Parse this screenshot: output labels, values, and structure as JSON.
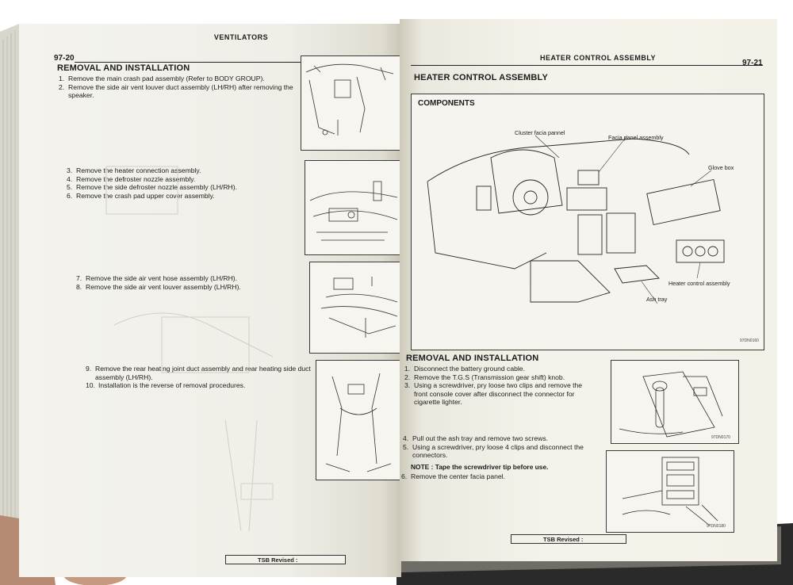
{
  "left_page": {
    "header_title": "VENTILATORS",
    "page_number": "97-20",
    "section_title": "REMOVAL AND INSTALLATION",
    "steps_group_1": [
      {
        "n": "1.",
        "text": "Remove the main crash pad assembly (Refer to BODY GROUP)."
      },
      {
        "n": "2.",
        "text": "Remove the side air vent louver duct assembly (LH/RH) after removing the speaker."
      }
    ],
    "steps_group_2": [
      {
        "n": "3.",
        "text": "Remove the heater connection assembly."
      },
      {
        "n": "4.",
        "text": "Remove the defroster nozzle assembly."
      },
      {
        "n": "5.",
        "text": "Remove the side defroster nozzle assembly (LH/RH)."
      },
      {
        "n": "6.",
        "text": "Remove the crash pad upper cover assembly."
      }
    ],
    "steps_group_3": [
      {
        "n": "7.",
        "text": "Remove the side air vent hose assembly (LH/RH)."
      },
      {
        "n": "8.",
        "text": "Remove the side air vent louver assembly (LH/RH)."
      }
    ],
    "steps_group_4": [
      {
        "n": "9.",
        "text": "Remove the rear heating joint duct assembly and rear heating side duct assembly (LH/RH)."
      },
      {
        "n": "10.",
        "text": "Installation is the reverse of removal procedures."
      }
    ],
    "tsb_label": "TSB Revised :"
  },
  "right_page": {
    "header_title": "HEATER CONTROL ASSEMBLY",
    "page_number": "97-21",
    "page_title": "HEATER CONTROL ASSEMBLY",
    "components_title": "COMPONENTS",
    "callouts": {
      "cluster_facia_panel": "Cluster facia pannel",
      "facia_panel_assembly": "Facia panel assembly",
      "glove_box": "Glove box",
      "heater_control_assembly": "Heater control assembly",
      "ash_tray": "Ash tray"
    },
    "components_fig_code": "97DN0160",
    "removal_title": "REMOVAL AND INSTALLATION",
    "steps_group_1": [
      {
        "n": "1.",
        "text": "Disconnect the battery ground cable."
      },
      {
        "n": "2.",
        "text": "Remove the T.G.S (Transmission gear shift) knob."
      },
      {
        "n": "3.",
        "text": "Using a screwdriver, pry loose two clips and remove the front console cover after disconnect the connector for cigarette lighter."
      }
    ],
    "fig_code_2": "97DN0170",
    "steps_group_2": [
      {
        "n": "4.",
        "text": "Pull out the ash tray and remove two screws."
      },
      {
        "n": "5.",
        "text": "Using a screwdriver, pry loose 4 clips and disconnect the connectors."
      }
    ],
    "note": "NOTE : Tape the screwdriver tip before use.",
    "steps_group_3": [
      {
        "n": "6.",
        "text": "Remove the center facia panel."
      }
    ],
    "fig_code_3": "97DN0180",
    "tsb_label": "TSB Revised :"
  }
}
